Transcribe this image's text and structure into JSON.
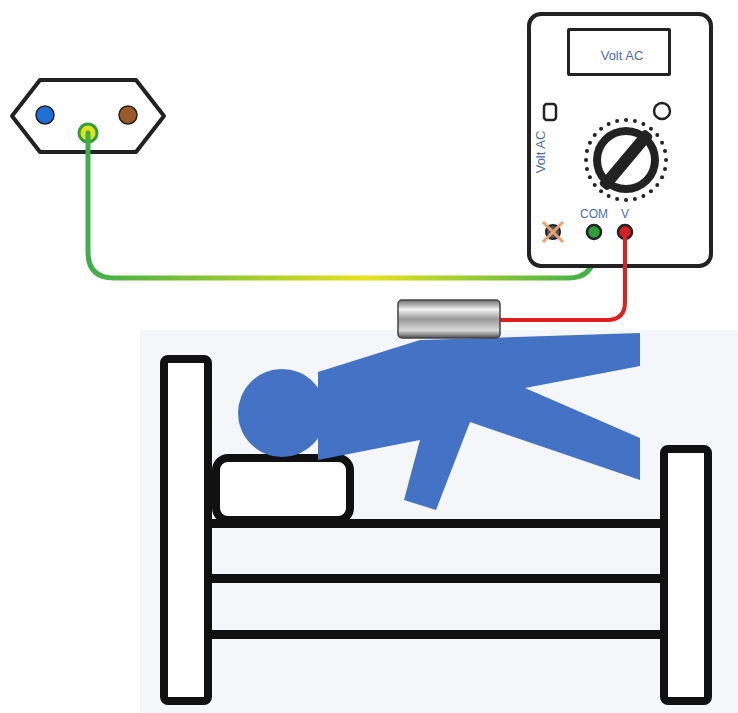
{
  "diagram": {
    "nodes": [
      {
        "text": [
          "Volt AC",
          "COM",
          "V"
        ]
      },
      {
        "text": [
          "Volt AC"
        ],
        "in": 0
      }
    ]
  }
}
